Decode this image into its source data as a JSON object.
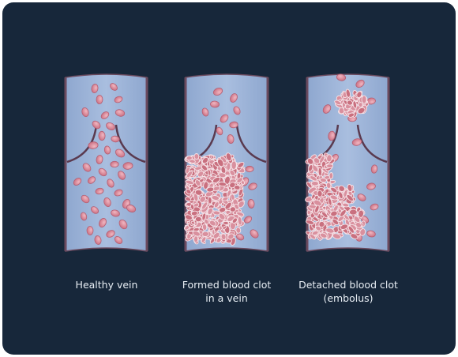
{
  "panels": [
    {
      "caption_lines": [
        "Healthy vein"
      ]
    },
    {
      "caption_lines": [
        "Formed blood clot",
        "in a vein"
      ]
    },
    {
      "caption_lines": [
        "Detached blood clot",
        "(embolus)"
      ]
    }
  ],
  "colors": {
    "background": "#17273a",
    "vein_fill": "#9db3d6",
    "vein_wall": "#6b4a5e",
    "blood_cell": "#d98b9a",
    "blood_cell_edge": "#b45f73",
    "clot_cell": "#c9707f",
    "caption_text": "#e8eef4"
  }
}
